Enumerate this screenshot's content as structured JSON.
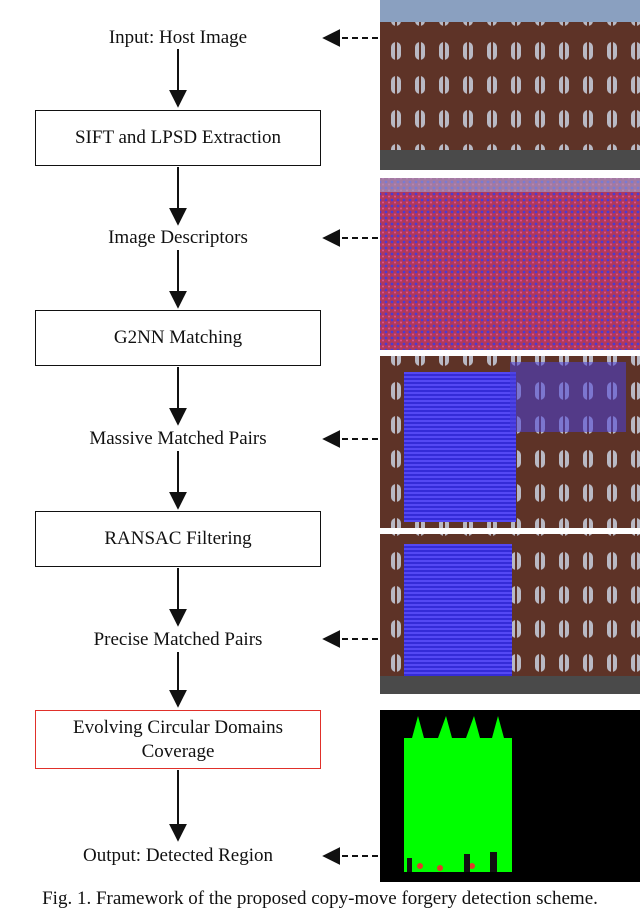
{
  "flow": {
    "input": "Input: Host Image",
    "step1": "SIFT and LPSD Extraction",
    "out1": "Image Descriptors",
    "step2": "G2NN Matching",
    "out2": "Massive Matched Pairs",
    "step3": "RANSAC Filtering",
    "out3": "Precise Matched Pairs",
    "step4": "Evolving Circular Domains Coverage",
    "output": "Output: Detected Region"
  },
  "caption": "Fig. 1.  Framework of the proposed copy-move forgery detection scheme.",
  "colors": {
    "accent_box": "#e0302a",
    "facade": "#6b3a2e",
    "descriptor": "#c23b6a",
    "match_blue": "#3a37f0",
    "detected_green": "#00ff00"
  }
}
